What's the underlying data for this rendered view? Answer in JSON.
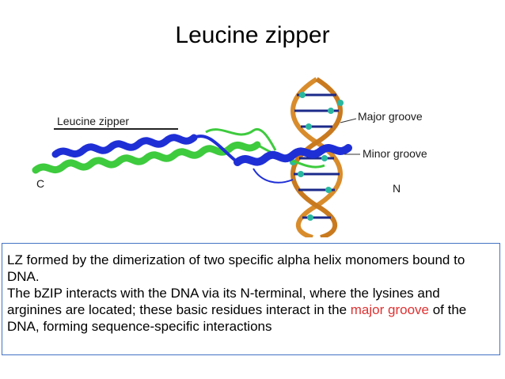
{
  "slide": {
    "title": "Leucine zipper"
  },
  "figure": {
    "labels": {
      "leucine_zipper": "Leucine zipper",
      "major_groove": "Major groove",
      "minor_groove": "Minor groove",
      "c_terminus": "C",
      "n_terminus": "N"
    },
    "colors": {
      "helix_blue": "#1f2fd6",
      "helix_green": "#3ecb3e",
      "dna_backbone": "#d98c2b",
      "base_teal": "#2ab7a0",
      "base_navy": "#1b2a8a"
    }
  },
  "text": {
    "line1": "LZ formed by the dimerization of two specific alpha helix monomers bound to DNA.",
    "line2_start": "The bZIP interacts with the DNA via its N-terminal, where the lysines and arginines are located; these basic residues interact in the",
    "highlight": "major groove",
    "line2_end": "of the DNA, forming sequence-specific interactions"
  },
  "colors": {
    "highlight": "#e03131",
    "box_border": "#4472c4"
  }
}
